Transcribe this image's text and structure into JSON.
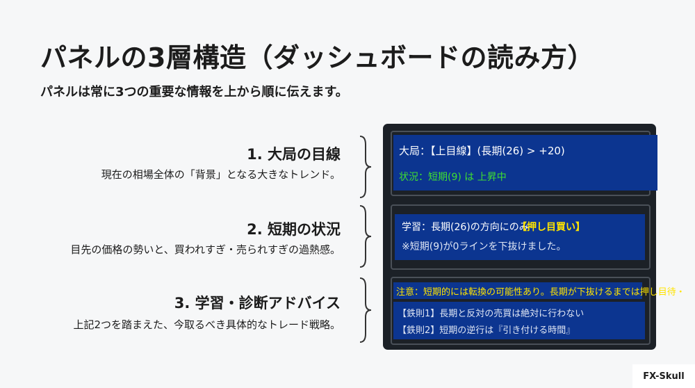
{
  "title": "パネルの3層構造（ダッシュボードの読み方）",
  "subtitle": "パネルは常に3つの重要な情報を上から順に伝えます。",
  "sections": [
    {
      "heading": "1. 大局の目線",
      "description": "現在の相場全体の「背景」となる大きなトレンド。"
    },
    {
      "heading": "2. 短期の状況",
      "description": "目先の価格の勢いと、買われすぎ・売られすぎの過熱感。"
    },
    {
      "heading": "3. 学習・診断アドバイス",
      "description": "上記2つを踏まえた、今取るべき具体的なトレード戦略。"
    }
  ],
  "panel": {
    "box1": {
      "line1": "大局：【上目線】(長期(26) > +20)",
      "line2": "状況：短期(9) は 上昇中"
    },
    "box2": {
      "line1": "学習：長期(26)の方向にのみ",
      "tag": "【押し目買い】",
      "line2": "※短期(9)が0ラインを下抜けました。"
    },
    "box3": {
      "line1": "注意：短期的には転換の可能性あり。長期が下抜けるまでは押し目待・",
      "rule1": "【鉄則1】長期と反対の売買は絶対に行わない",
      "rule2": "【鉄則2】短期の逆行は『引き付ける時間』"
    }
  },
  "brand": "FX-Skull",
  "colors": {
    "panel_bg": "#1c2127",
    "bar_blue": "#0c3590",
    "green": "#3fe030",
    "yellow": "#ffe400"
  }
}
